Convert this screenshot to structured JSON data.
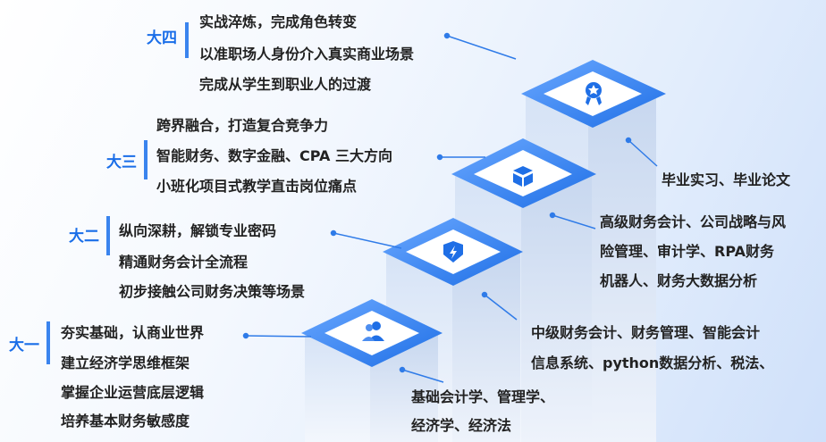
{
  "stages": [
    {
      "year": "大一",
      "lines": [
        "夯实基础，认商业世界",
        "建立经济学思维框架",
        "掌握企业运营底层逻辑",
        "培养基本财务敏感度"
      ],
      "courses": [
        "基础会计学、管理学、",
        "经济学、经济法"
      ],
      "icon": "users-icon"
    },
    {
      "year": "大二",
      "lines": [
        "纵向深耕，解锁专业密码",
        "精通财务会计全流程",
        "初步接触公司财务决策等场景"
      ],
      "courses": [
        "中级财务会计、财务管理、智能会计",
        "信息系统、python数据分析、税法、"
      ],
      "icon": "lightning-shield-icon"
    },
    {
      "year": "大三",
      "lines": [
        "跨界融合，打造复合竞争力",
        "智能财务、数字金融、CPA 三大方向",
        "小班化项目式教学直击岗位痛点"
      ],
      "courses": [
        "高级财务会计、公司战略与风",
        "险管理、审计学、RPA财务",
        "机器人、财务大数据分析"
      ],
      "icon": "box-icon"
    },
    {
      "year": "大四",
      "lines": [
        "实战淬炼，完成角色转变",
        "以准职场人身份介入真实商业场景",
        "完成从学生到职业人的过渡"
      ],
      "courses": [
        "毕业实习、毕业论文"
      ],
      "icon": "badge-icon"
    }
  ],
  "colors": {
    "accent": "#1a6ee8",
    "bar": "#3a84ee",
    "text": "#222222"
  }
}
